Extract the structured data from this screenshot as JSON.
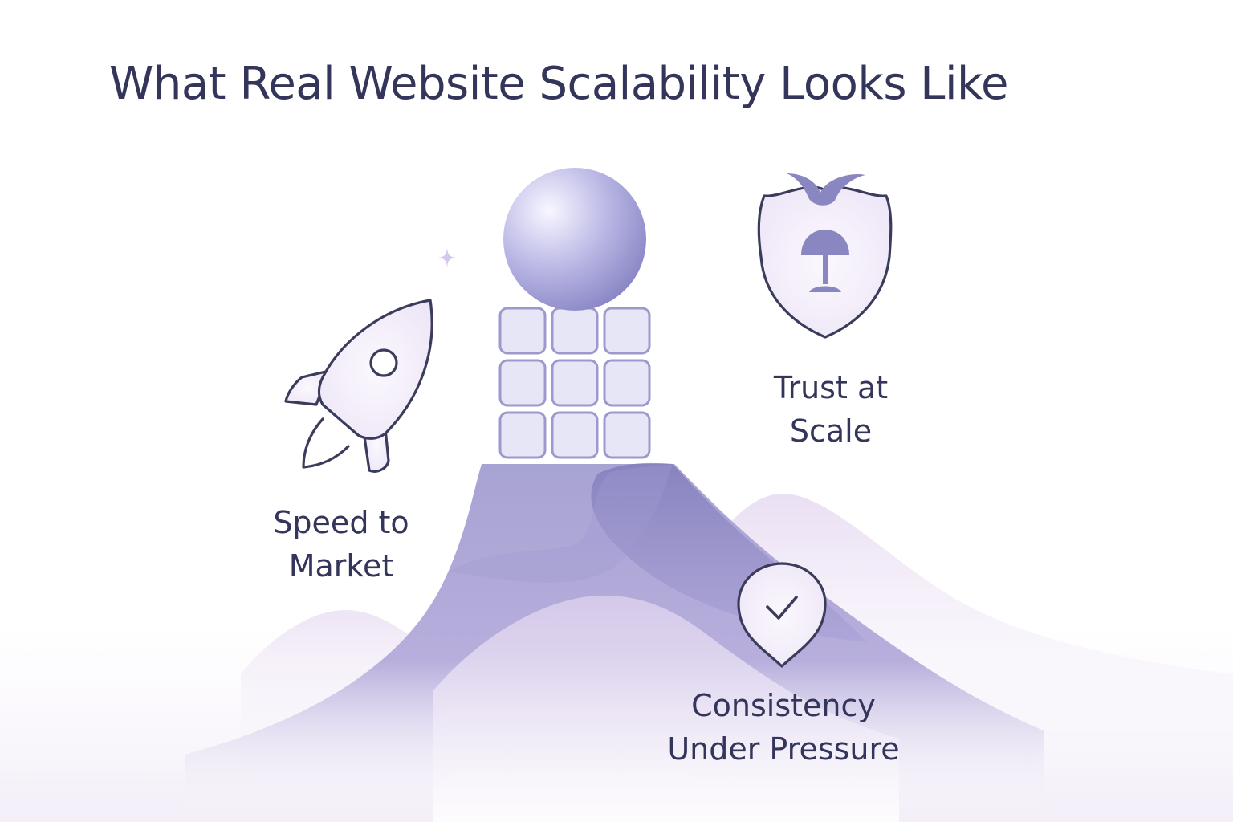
{
  "title": "What Real Website Scalability Looks Like",
  "features": [
    {
      "name": "speed",
      "icon": "rocket-icon",
      "lines": [
        "Speed to",
        "Market"
      ]
    },
    {
      "name": "trust",
      "icon": "shield-icon",
      "lines": [
        "Trust at",
        "Scale"
      ]
    },
    {
      "name": "consistency",
      "icon": "check-pin-icon",
      "lines": [
        "Consistency",
        "Under Pressure"
      ]
    }
  ],
  "central_graphic": {
    "icon": "sphere-on-block-grid",
    "grid": {
      "rows": 3,
      "cols": 3
    }
  },
  "colors": {
    "text": "#34355a",
    "accent": "#8a86c2",
    "outline": "#3b3c5c",
    "icon_fill": "#f1ebf8",
    "tile_fill": "#e7e6f6",
    "tile_border": "#9c99cc"
  }
}
